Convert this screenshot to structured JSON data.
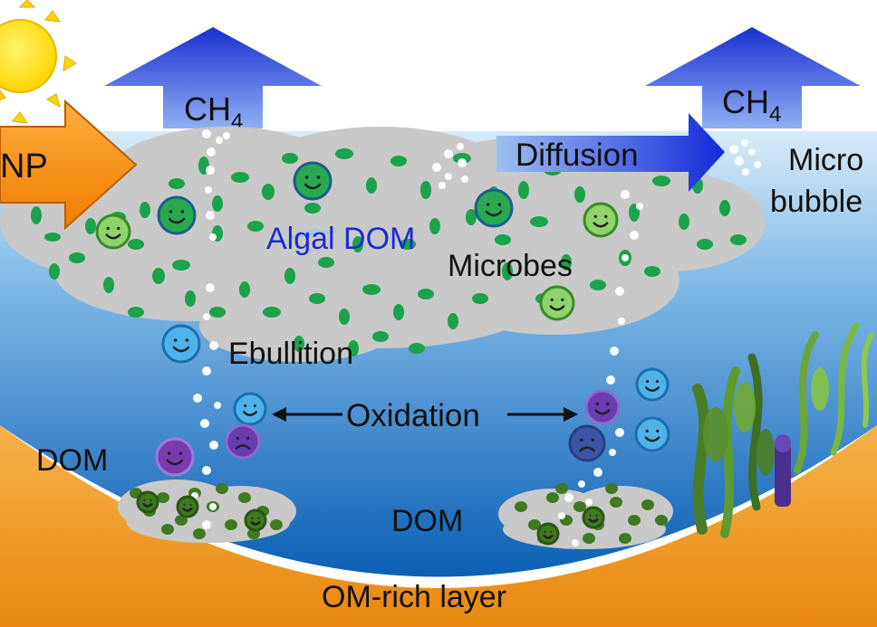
{
  "labels": {
    "np": "NP",
    "ch4_left_main": "CH",
    "ch4_left_sub": "4",
    "ch4_right_main": "CH",
    "ch4_right_sub": "4",
    "diffusion": "Diffusion",
    "micro_line1": "Micro",
    "micro_line2": "bubble",
    "algal_dom": "Algal DOM",
    "microbes": "Microbes",
    "ebullition": "Ebullition",
    "oxidation": "Oxidation",
    "dom_left": "DOM",
    "dom_right": "DOM",
    "om_rich_layer": "OM-rich layer"
  },
  "colors": {
    "water_top": "#cfe6f7",
    "water_bottom": "#0b5fb5",
    "sediment": "#f29a1f",
    "cloud": "#c9c9c9",
    "algae": "#1aa34a",
    "np_arrow": "#f7941d",
    "methane_arrow": "#1f3fd6",
    "algal_dom_text": "#1a2bd1",
    "microbe_green": "#2aa84f",
    "microbe_blue": "#3a9be0",
    "microbe_purple": "#7b3bb0"
  },
  "icons": [
    "sun-icon",
    "smiley-microbe-icon",
    "sad-microbe-icon",
    "seaweed-icon"
  ]
}
